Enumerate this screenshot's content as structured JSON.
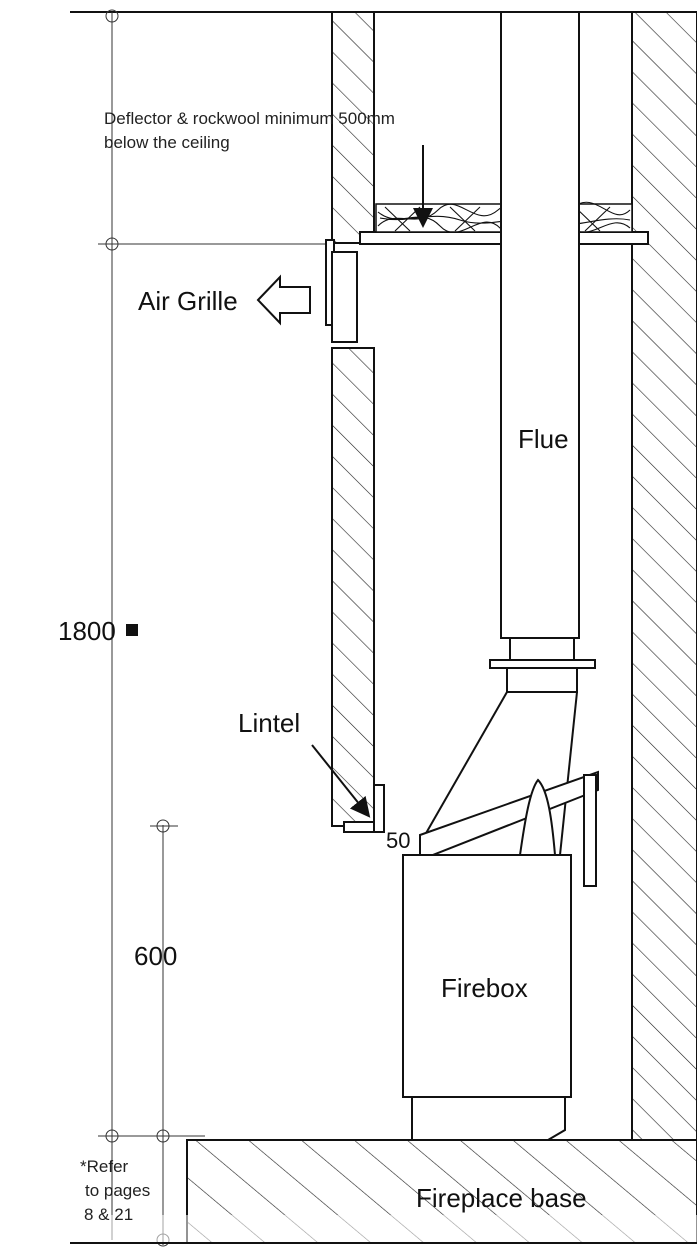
{
  "labels": {
    "deflector_line1": "Deflector & rockwool minimum 500mm",
    "deflector_line2": "below the ceiling",
    "air_grille": "Air Grille",
    "flue": "Flue",
    "lintel": "Lintel",
    "dim_1800": "1800",
    "dim_600": "600",
    "dim_50": "50",
    "firebox": "Firebox",
    "fireplace_base": "Fireplace base",
    "refer_line1": "*Refer",
    "refer_line2": "to pages",
    "refer_line3": "8 & 21"
  },
  "colors": {
    "line": "#111111",
    "background": "#ffffff"
  }
}
